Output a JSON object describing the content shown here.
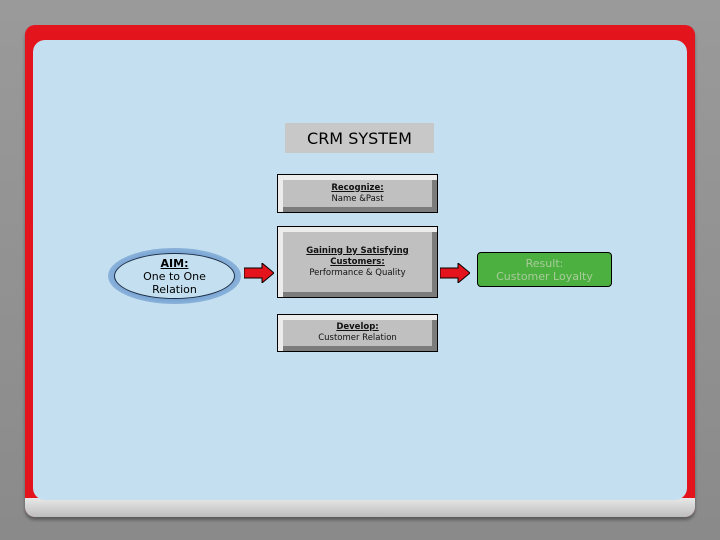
{
  "diagram": {
    "title": "CRM SYSTEM",
    "aim": {
      "heading": "AIM:",
      "line1": "One to One",
      "line2": "Relation"
    },
    "steps": [
      {
        "heading": "Recognize:",
        "text": "Name &Past"
      },
      {
        "heading": "Gaining by Satisfying",
        "heading2": "Customers:",
        "text": "Performance & Quality"
      },
      {
        "heading": "Develop:",
        "text": "Customer Relation"
      }
    ],
    "result": {
      "line1": "Result:",
      "line2": "Customer Loyalty"
    },
    "colors": {
      "frame": "#e4141c",
      "panel": "#c4e0f0",
      "arrow": "#e4141c",
      "result": "#4cb040"
    }
  }
}
